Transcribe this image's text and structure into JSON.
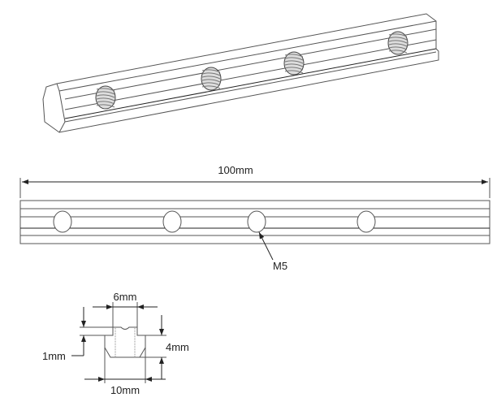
{
  "labels": {
    "length": "100mm",
    "thread": "M5",
    "top_width": "6mm",
    "base_width": "10mm",
    "height": "4mm",
    "step": "1mm"
  },
  "hole_count": 4,
  "colors": {
    "line": "#555555",
    "thread": "#777777"
  }
}
